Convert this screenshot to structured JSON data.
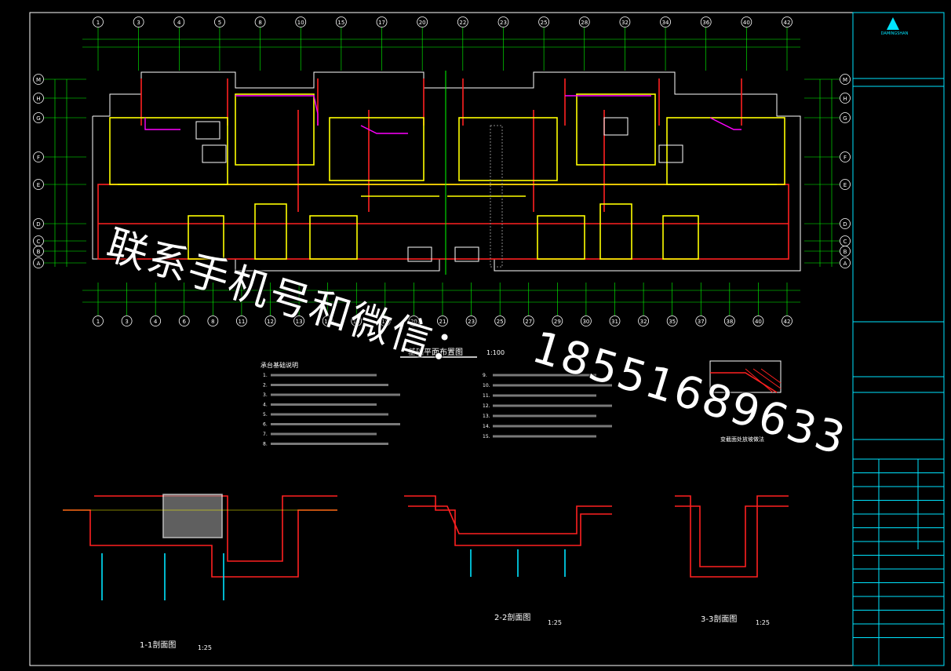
{
  "plan": {
    "title": "基础平面布置图",
    "scale": "1:100",
    "axes_top": [
      "1",
      "3",
      "4",
      "5",
      "8",
      "10",
      "15",
      "17",
      "20",
      "22",
      "23",
      "25",
      "28",
      "32",
      "34",
      "36",
      "40",
      "42"
    ],
    "axes_bottom": [
      "1",
      "3",
      "4",
      "6",
      "8",
      "11",
      "12",
      "13",
      "16",
      "18",
      "19",
      "20",
      "21",
      "23",
      "25",
      "27",
      "29",
      "30",
      "31",
      "32",
      "35",
      "37",
      "38",
      "40",
      "42"
    ],
    "axes_side": [
      "M",
      "H",
      "G",
      "F",
      "E",
      "D",
      "C",
      "B",
      "A"
    ]
  },
  "notes": {
    "left_heading": "承台基础说明",
    "left_items": [
      "1.",
      "2.",
      "3.",
      "4.",
      "5.",
      "6.",
      "7.",
      "8."
    ],
    "right_items": [
      "9.",
      "10.",
      "11.",
      "12.",
      "13.",
      "14.",
      "15."
    ]
  },
  "detail": {
    "title": "变截面处放坡做法"
  },
  "sections": [
    {
      "title": "1-1剖面图",
      "scale": "1:25"
    },
    {
      "title": "2-2剖面图",
      "scale": "1:25"
    },
    {
      "title": "3-3剖面图",
      "scale": "1:25"
    }
  ],
  "watermark": {
    "line1": "联系手机号和微信：",
    "line2": "18551689633"
  },
  "title_block": {
    "logo_text": "DAMINGSHAN",
    "colors": {
      "frame": "#ffffff",
      "cyan": "#00e5ff",
      "yellow": "#ffff00",
      "red": "#ff2020",
      "green": "#00ff00",
      "magenta": "#ff00ff"
    }
  }
}
